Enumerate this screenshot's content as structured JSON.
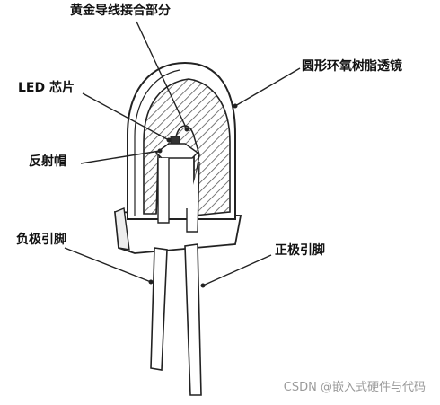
{
  "labels": {
    "gold_wire": "黄金导线接合部分",
    "led_chip": "LED 芯片",
    "reflector": "反射帽",
    "lens": "圆形环氧树脂透镜",
    "negative_lead": "负极引脚",
    "positive_lead": "正极引脚"
  },
  "watermark": "CSDN @嵌入式硬件与代码",
  "colors": {
    "stroke": "#222222",
    "lens_fill": "#ffffff",
    "hatch": "#555555",
    "background": "#ffffff"
  }
}
